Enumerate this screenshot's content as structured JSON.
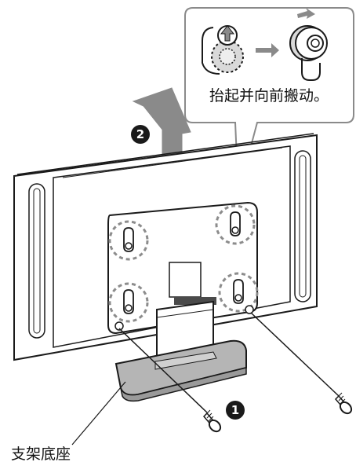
{
  "callout": {
    "instruction": "抬起并向前搬动。"
  },
  "steps": {
    "step1": "1",
    "step2": "2"
  },
  "labels": {
    "stand_base": "支架底座"
  },
  "icons": {
    "arrow_between_steps": "right-arrow-icon",
    "lift_arrow": "up-arrow-icon"
  },
  "colors": {
    "line": "#1a1a1a",
    "arrow_fill": "#8a8a8a",
    "stand_fill": "#b5b5b5",
    "highlight_circle": "#8c8c8c"
  }
}
